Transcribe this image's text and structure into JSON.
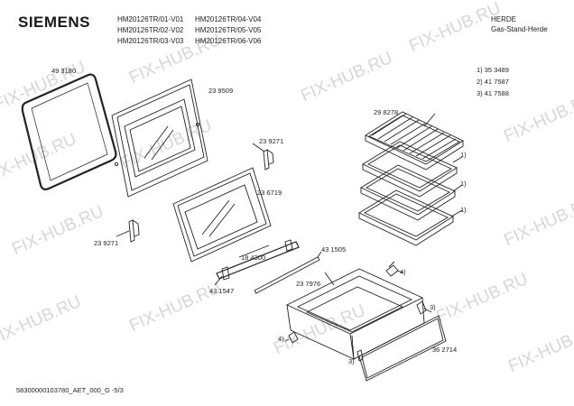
{
  "brand": "SIEMENS",
  "models": [
    "HM20126TR/01-V01",
    "HM20126TR/04-V04",
    "HM20126TR/02-V02",
    "HM20126TR/05-V05",
    "HM20126TR/03-V03",
    "HM20126TR/06-V06"
  ],
  "header": {
    "category": "HERDE",
    "type": "Gas-Stand-Herde"
  },
  "footnotes": [
    "1) 35 3489",
    "2) 41 7587",
    "3) 41 7588"
  ],
  "parts": {
    "p493180": "49 3180",
    "p239509": "23 9509",
    "p239271a": "23 9271",
    "p236719": "23 6719",
    "p239271b": "23 9271",
    "p184300": "18 4300",
    "p431505": "43 1505",
    "p431547": "43 1547",
    "p237976": "23 7976",
    "p298278": "29 8278",
    "p362714": "36 2714",
    "r1a": "1)",
    "r1b": "1)",
    "r1c": "1)",
    "r4a": "4)",
    "r4b": "4)",
    "r3a": "3)",
    "r3b": "3)"
  },
  "watermark": "FIX-HUB.RU",
  "footer": "58300000103780_AET_000_G  -5/3"
}
